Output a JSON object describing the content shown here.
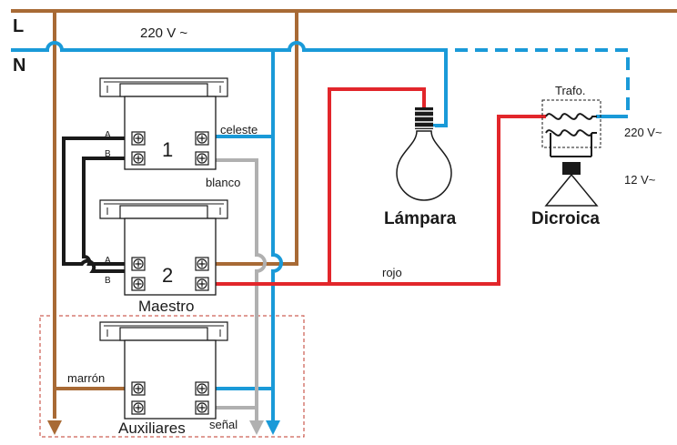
{
  "labels": {
    "line_l": "L",
    "line_n": "N",
    "supply_voltage": "220 V ~",
    "celeste": "celeste",
    "blanco": "blanco",
    "switch_1_number": "1",
    "switch_2_number": "2",
    "terminal_a": "A",
    "terminal_b": "B",
    "maestro": "Maestro",
    "marron": "marrón",
    "auxiliares": "Auxiliares",
    "senal": "señal",
    "rojo": "rojo",
    "lampara": "Lámpara",
    "dicroica": "Dicroica",
    "trafo": "Trafo.",
    "trafo_input": "220 V~",
    "trafo_output": "12 V~"
  },
  "colors": {
    "line_brown": "#a86a35",
    "neutral_blue": "#1a9ad8",
    "signal_gray": "#b0b0b0",
    "lamp_red": "#e2262b",
    "black": "#1a1a1a",
    "box_dash": "#c0392b"
  }
}
